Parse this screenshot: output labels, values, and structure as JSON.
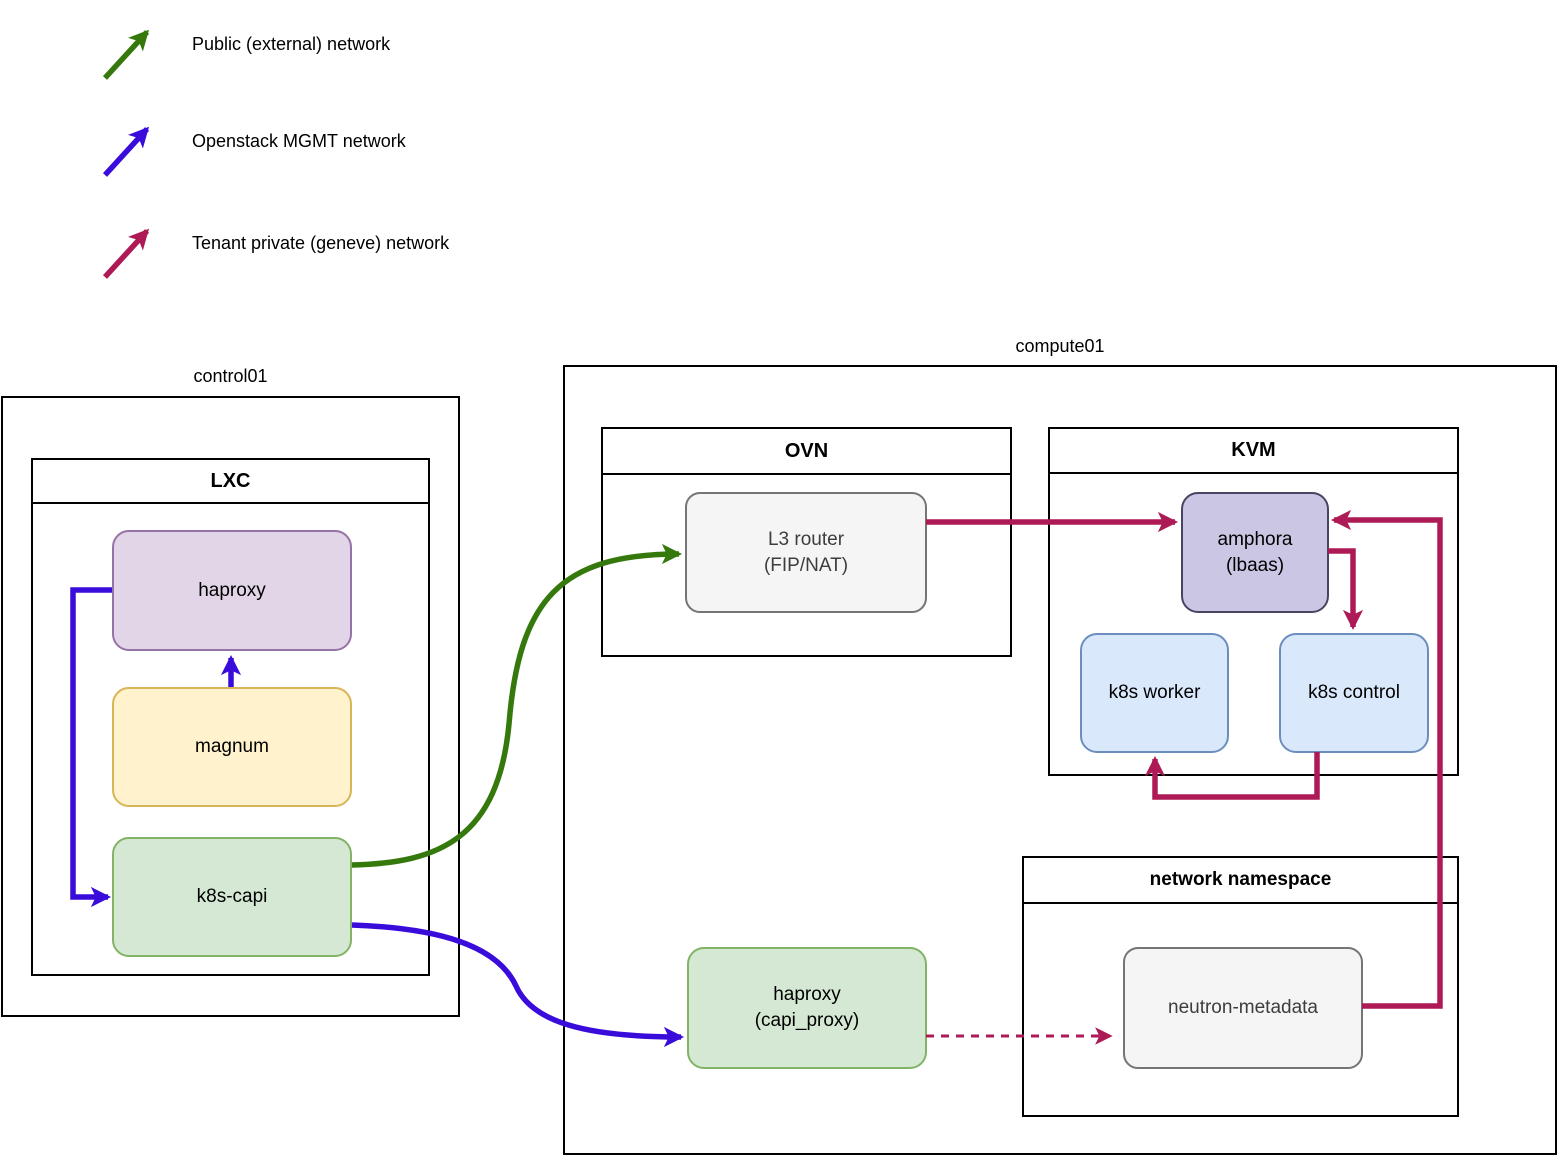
{
  "legend": {
    "items": [
      {
        "label": "Public (external) network",
        "color": "#35790d",
        "icon": "arrow-up-right"
      },
      {
        "label": "Openstack MGMT network",
        "color": "#3a0cdb",
        "icon": "arrow-up-right"
      },
      {
        "label": "Tenant private (geneve) network",
        "color": "#ad1a56",
        "icon": "arrow-up-right"
      }
    ]
  },
  "hosts": {
    "control01": {
      "label": "control01",
      "lxc": {
        "title": "LXC",
        "nodes": {
          "haproxy": "haproxy",
          "magnum": "magnum",
          "k8s_capi": "k8s-capi"
        }
      }
    },
    "compute01": {
      "label": "compute01",
      "ovn": {
        "title": "OVN",
        "l3_router": {
          "line1": "L3 router",
          "line2": "(FIP/NAT)"
        }
      },
      "kvm": {
        "title": "KVM",
        "amphora": {
          "line1": "amphora",
          "line2": "(lbaas)"
        },
        "k8s_worker": "k8s worker",
        "k8s_control": "k8s control"
      },
      "network_namespace": {
        "title": "network namespace",
        "neutron_metadata": "neutron-metadata"
      },
      "haproxy_capi": {
        "line1": "haproxy",
        "line2": "(capi_proxy)"
      }
    }
  },
  "edges": [
    {
      "from": "haproxy",
      "to": "k8s-capi",
      "network": "Openstack MGMT network",
      "style": "solid"
    },
    {
      "from": "magnum",
      "to": "haproxy",
      "network": "Openstack MGMT network",
      "style": "solid"
    },
    {
      "from": "k8s-capi",
      "to": "L3 router (FIP/NAT)",
      "network": "Public (external) network",
      "style": "solid"
    },
    {
      "from": "k8s-capi",
      "to": "haproxy (capi_proxy)",
      "network": "Openstack MGMT network",
      "style": "solid"
    },
    {
      "from": "L3 router (FIP/NAT)",
      "to": "amphora (lbaas)",
      "network": "Tenant private (geneve) network",
      "style": "solid"
    },
    {
      "from": "amphora (lbaas)",
      "to": "k8s control",
      "network": "Tenant private (geneve) network",
      "style": "solid"
    },
    {
      "from": "k8s control",
      "to": "k8s worker",
      "network": "Tenant private (geneve) network",
      "style": "solid"
    },
    {
      "from": "neutron-metadata",
      "to": "amphora (lbaas)",
      "network": "Tenant private (geneve) network",
      "style": "solid"
    },
    {
      "from": "haproxy (capi_proxy)",
      "to": "neutron-metadata",
      "network": "Tenant private (geneve) network",
      "style": "dashed"
    }
  ],
  "colors": {
    "public_network": "#35790d",
    "mgmt_network": "#3a0cdb",
    "tenant_network": "#ad1a56",
    "purple_node_fill": "#e1d5e7",
    "purple_node_stroke": "#9673a6",
    "yellow_node_fill": "#fff2cc",
    "yellow_node_stroke": "#d6b656",
    "green_node_fill": "#d5e8d4",
    "green_node_stroke": "#82b366",
    "blue_node_fill": "#dae8fc",
    "blue_node_stroke": "#6c8ebf",
    "gray_node_fill": "#f5f5f5",
    "gray_node_stroke": "#757575",
    "amphora_fill": "#cac6e3",
    "amphora_stroke": "#49445f",
    "box_border": "#000000",
    "background": "#ffffff"
  }
}
